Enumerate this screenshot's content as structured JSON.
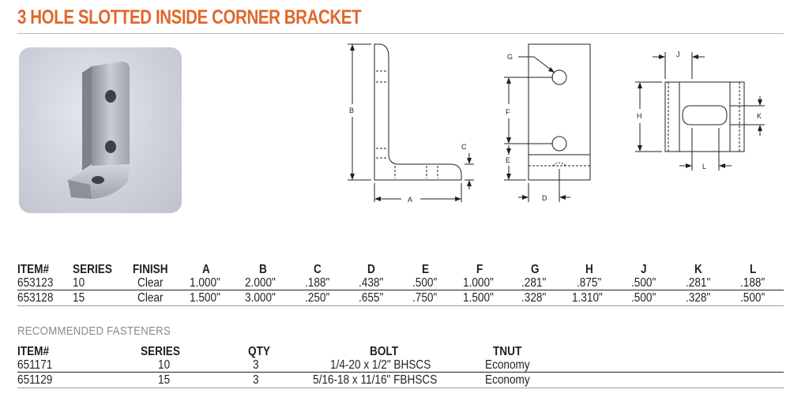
{
  "title": "3 HOLE SLOTTED INSIDE CORNER BRACKET",
  "colors": {
    "accent": "#e0672a",
    "text": "#231f20",
    "muted": "#8a8a8a"
  },
  "drawing_labels": {
    "a": "A",
    "b": "B",
    "c": "C",
    "d": "D",
    "e": "E",
    "f": "F",
    "g": "G",
    "h": "H",
    "j": "J",
    "k": "K",
    "l": "L"
  },
  "spec_table": {
    "headers": [
      "ITEM#",
      "SERIES",
      "FINISH",
      "A",
      "B",
      "C",
      "D",
      "E",
      "F",
      "G",
      "H",
      "J",
      "K",
      "L"
    ],
    "rows": [
      [
        "653123",
        "10",
        "Clear",
        "1.000\"",
        "2.000\"",
        ".188\"",
        ".438\"",
        ".500\"",
        "1.000\"",
        ".281\"",
        ".875\"",
        ".500\"",
        ".281\"",
        ".188\""
      ],
      [
        "653128",
        "15",
        "Clear",
        "1.500\"",
        "3.000\"",
        ".250\"",
        ".655\"",
        ".750\"",
        "1.500\"",
        ".328\"",
        "1.310\"",
        ".500\"",
        ".328\"",
        ".500\""
      ]
    ]
  },
  "fasteners": {
    "label": "RECOMMENDED FASTENERS",
    "headers": [
      "ITEM#",
      "SERIES",
      "QTY",
      "BOLT",
      "TNUT"
    ],
    "rows": [
      [
        "651171",
        "10",
        "3",
        "1/4-20 x 1/2\" BHSCS",
        "Economy"
      ],
      [
        "651129",
        "15",
        "3",
        "5/16-18 x 11/16\" FBHSCS",
        "Economy"
      ]
    ]
  }
}
